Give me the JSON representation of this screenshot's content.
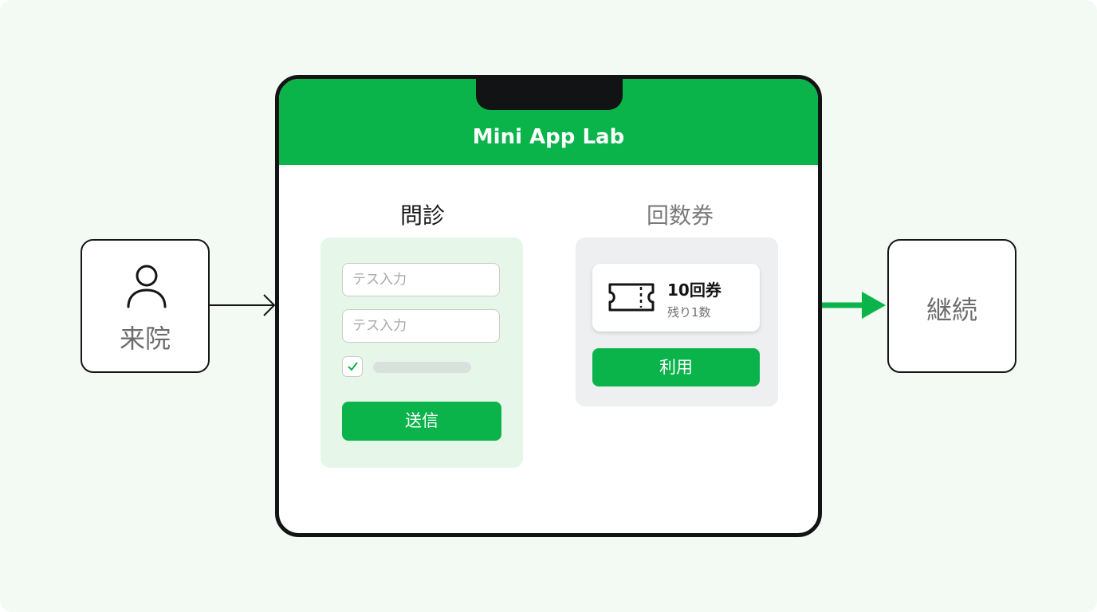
{
  "header": {
    "title": "Mini App Lab"
  },
  "flow": {
    "start_label": "来院",
    "end_label": "継続"
  },
  "inquiry": {
    "title": "問診",
    "field_1": "テス入力",
    "field_2": "テス入力",
    "submit_label": "送信"
  },
  "ticket": {
    "title": "回数券",
    "name": "10回券",
    "remaining": "残り1数",
    "use_label": "利用"
  },
  "colors": {
    "accent": "#0ab44a",
    "outline": "#151515"
  },
  "icons": {
    "person": "person-icon",
    "ticket": "ticket-icon",
    "check": "check-icon"
  }
}
